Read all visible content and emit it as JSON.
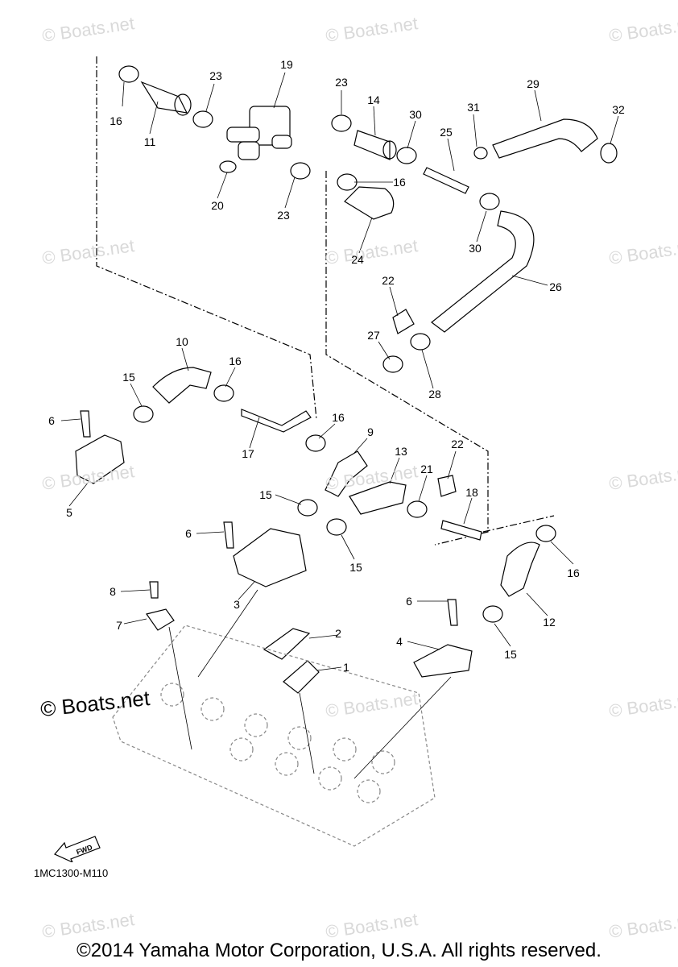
{
  "watermark": "© Boats.net",
  "brand_mark": "© Boats.net",
  "diagram_code": "1MC1300-M110",
  "fwd_label": "FWD",
  "copyright": "©2014 Yamaha Motor Corporation, U.S.A. All rights reserved.",
  "callouts": {
    "c1": "1",
    "c2": "2",
    "c3": "3",
    "c4": "4",
    "c5": "5",
    "c6a": "6",
    "c6b": "6",
    "c6c": "6",
    "c7": "7",
    "c8": "8",
    "c9": "9",
    "c10": "10",
    "c11": "11",
    "c12": "12",
    "c13": "13",
    "c14": "14",
    "c15a": "15",
    "c15b": "15",
    "c15c": "15",
    "c15d": "15",
    "c16a": "16",
    "c16b": "16",
    "c16c": "16",
    "c16d": "16",
    "c16e": "16",
    "c17": "17",
    "c18": "18",
    "c19": "19",
    "c20": "20",
    "c21": "21",
    "c22a": "22",
    "c22b": "22",
    "c23a": "23",
    "c23b": "23",
    "c23c": "23",
    "c24": "24",
    "c25": "25",
    "c26": "26",
    "c27": "27",
    "c28": "28",
    "c29": "29",
    "c30a": "30",
    "c30b": "30",
    "c31": "31",
    "c32": "32"
  }
}
